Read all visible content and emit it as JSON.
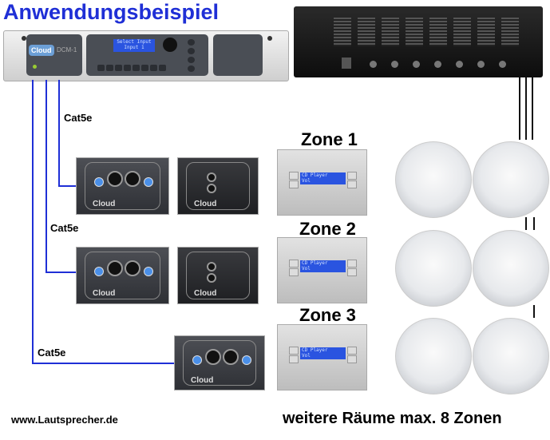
{
  "title": "Anwendungsbeispiel",
  "dcm": {
    "brand": "Cloud",
    "model": "DCM-1",
    "lcd_line1": "Select Input",
    "lcd_line2": "Input 1"
  },
  "cables": [
    "Cat5e",
    "Cat5e",
    "Cat5e"
  ],
  "zones": [
    {
      "label": "Zone 1",
      "lcd_line1": "CD Player",
      "lcd_line2": "Vol"
    },
    {
      "label": "Zone 2",
      "lcd_line1": "CD Player",
      "lcd_line2": "Vol"
    },
    {
      "label": "Zone 3",
      "lcd_line1": "CD Player",
      "lcd_line2": "Vol"
    }
  ],
  "plates": {
    "brand": "Cloud"
  },
  "footer": {
    "website": "www.Lautsprecher.de",
    "note": "weitere Räume max. 8 Zonen"
  },
  "colors": {
    "title": "#1f2fd6",
    "cable": "#1f2fd6"
  }
}
